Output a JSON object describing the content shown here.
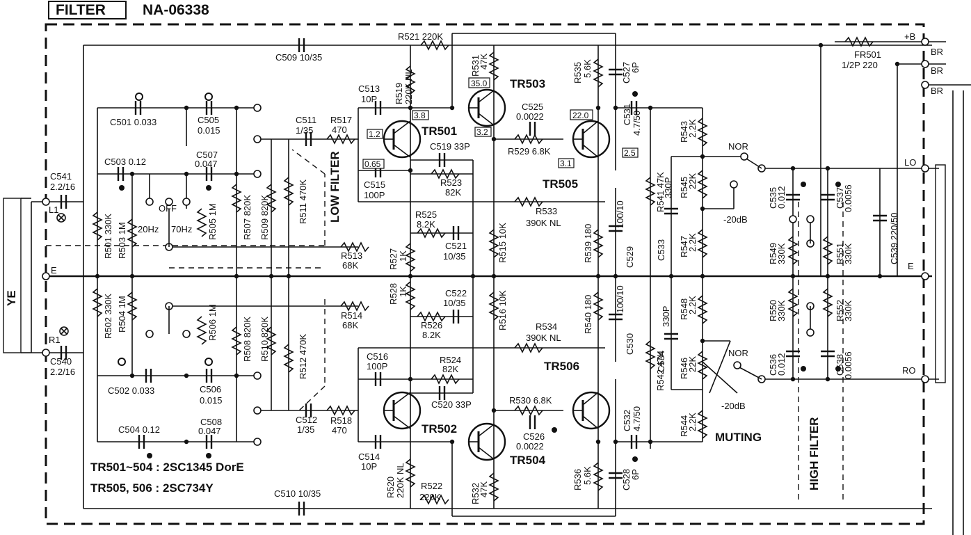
{
  "header": {
    "section": "FILTER",
    "part_number": "NA-06338"
  },
  "notes": {
    "tr_a": "TR501~504 : 2SC1345 DorE",
    "tr_b": "TR505, 506 : 2SC734Y"
  },
  "transistors": {
    "tr501": "TR501",
    "tr502": "TR502",
    "tr503": "TR503",
    "tr504": "TR504",
    "tr505": "TR505",
    "tr506": "TR506"
  },
  "voltages": {
    "v1": "3.8",
    "v2": "1.2",
    "v3": "0.65",
    "v4": "3.2",
    "v5": "35.0",
    "v6": "22.0",
    "v7": "3.1",
    "v8": "2.5"
  },
  "sections": {
    "low_filter": "LOW FILTER",
    "high_filter": "HIGH FILTER",
    "muting": "MUTING"
  },
  "switch_labels": {
    "off": "OFF",
    "hz20": "20Hz",
    "hz70": "70Hz",
    "nor_top": "NOR",
    "nor_bot": "NOR",
    "db_top": "-20dB",
    "db_bot": "-20dB"
  },
  "connectors": {
    "ye": "YE",
    "l1": "L1",
    "r1": "R1",
    "e_left": "E",
    "plus_b": "+B",
    "br1": "BR",
    "br2": "BR",
    "br3": "BR",
    "lo": "LO",
    "e_right": "E",
    "ro": "RO"
  },
  "components": {
    "c541": "C541",
    "c541v": "2.2/16",
    "c540": "C540",
    "c540v": "2.2/16",
    "c501": "C501  0.033",
    "c505": "C505",
    "c505v": "0.015",
    "c503": "C503  0.12",
    "c507": "C507",
    "c507v": "0.047",
    "r501": "R501  330K",
    "r502": "R502  330K",
    "r503": "R503  1M",
    "r504": "R504  1M",
    "r505": "R505  1M",
    "r506": "R506  1M",
    "r507": "R507  820K",
    "r508": "R508  820K",
    "r509": "R509  820K",
    "r510": "R510  820K",
    "r511": "R511  470K",
    "r512": "R512  470K",
    "c502": "C502  0.033",
    "c506": "C506",
    "c506v": "0.015",
    "c504": "C504  0.12",
    "c508": "C508",
    "c508v": "0.047",
    "c509": "C509  10/35",
    "c510": "C510  10/35",
    "c511": "C511",
    "c511v": "1/35",
    "c512": "C512",
    "c512v": "1/35",
    "r517": "R517",
    "r517v": "470",
    "r518": "R518",
    "r518v": "470",
    "r513": "R513",
    "r513v": "68K",
    "r514": "R514",
    "r514v": "68K",
    "r521": "R521  220K",
    "r522": "R522",
    "r522v": "220K",
    "r519": "R519",
    "r519v": "220K NL",
    "r520": "R520",
    "r520v": "220K NL",
    "c513": "C513",
    "c513v": "10P",
    "c514": "C514",
    "c514v": "10P",
    "c515": "C515",
    "c515v": "100P",
    "c516": "C516",
    "c516v": "100P",
    "c519": "C519  33P",
    "c520": "C520  33P",
    "r523": "R523",
    "r523v": "82K",
    "r524": "R524",
    "r524v": "82K",
    "r525": "R525",
    "r525v": "8.2K",
    "r526": "R526",
    "r526v": "8.2K",
    "c521": "C521",
    "c521v": "10/35",
    "c522": "C522",
    "c522v": "10/35",
    "r527": "R527",
    "r527v": "1K",
    "r528": "R528",
    "r528v": "1K",
    "r531": "R531",
    "r531v": "47K",
    "r532": "R532",
    "r532v": "47K",
    "r515": "R515  10K",
    "r516": "R516  10K",
    "r533": "R533",
    "r533v": "390K NL",
    "r534": "R534",
    "r534v": "390K NL",
    "c525": "C525",
    "c525v": "0.0022",
    "c526": "C526",
    "c526v": "0.0022",
    "r529": "R529  6.8K",
    "r530": "R530  6.8K",
    "r535": "R535",
    "r535v": "5.6K",
    "r536": "R536",
    "r536v": "5.6K",
    "c527": "C527",
    "c527v": "6P",
    "c528": "C528",
    "c528v": "6P",
    "c531": "C531",
    "c531v": "4.7/50",
    "c532": "C532",
    "c532v": "4.7/50",
    "r539": "R539  180",
    "r540": "R540  180",
    "c529": "C529",
    "c529v": "100/10",
    "c530": "C530",
    "c530v": "100/10",
    "r541": "R541  47K",
    "r542": "R542  47K",
    "c533": "C533",
    "c533v": "330P",
    "c534": "C534",
    "c534v": "330P",
    "r543": "R543",
    "r543v": "2.2K",
    "r544": "R544",
    "r544v": "2.2K",
    "r545": "R545",
    "r545v": "22K",
    "r546": "R546",
    "r546v": "22K",
    "r547": "R547",
    "r547v": "2.2K",
    "r548": "R548",
    "r548v": "2.2K",
    "c535": "C535",
    "c535v": "0.012",
    "c536": "C536",
    "c536v": "0.012",
    "c537": "C537",
    "c537v": "0.0056",
    "c538": "C538",
    "c538v": "0.0056",
    "r549": "R549",
    "r549v": "330K",
    "r550": "R550",
    "r550v": "330K",
    "r551": "R551",
    "r551v": "330K",
    "r552": "R552",
    "r552v": "330K",
    "c539": "C539  220/50",
    "fr501": "FR501",
    "fr501v": "1/2P 220"
  }
}
